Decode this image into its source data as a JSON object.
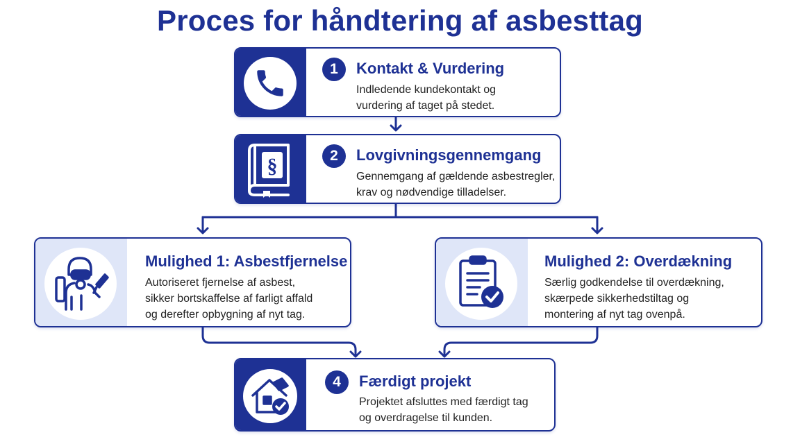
{
  "title": "Proces for håndtering af asbesttag",
  "colors": {
    "primary": "#1e3194",
    "panel_light": "#dfe6f8",
    "text": "#222222"
  },
  "steps": [
    {
      "number": "1",
      "title": "Kontakt & Vurdering",
      "description": [
        "Indledende kundekontakt og",
        "vurdering af taget på stedet."
      ],
      "icon": "phone-icon"
    },
    {
      "number": "2",
      "title": "Lovgivningsgennemgang",
      "description": [
        "Gennemgang af gældende asbestregler,",
        "krav og nødvendige tilladelser."
      ],
      "icon": "law-book-icon"
    },
    {
      "title": "Mulighed 1: Asbestfjernelse",
      "description": [
        "Autoriseret fjernelse af asbest,",
        "sikker bortskaffelse af farligt affald",
        "og derefter opbygning af nyt tag."
      ],
      "icon": "protective-suit-worker-icon"
    },
    {
      "title": "Mulighed 2: Overdækning",
      "description": [
        "Særlig godkendelse til overdækning,",
        "skærpede sikkerhedstiltag og",
        "montering af nyt tag ovenpå."
      ],
      "icon": "clipboard-check-icon"
    },
    {
      "number": "4",
      "title": "Færdigt projekt",
      "description": [
        "Projektet afsluttes med færdigt tag",
        "og overdragelse til kunden."
      ],
      "icon": "house-check-icon"
    }
  ]
}
